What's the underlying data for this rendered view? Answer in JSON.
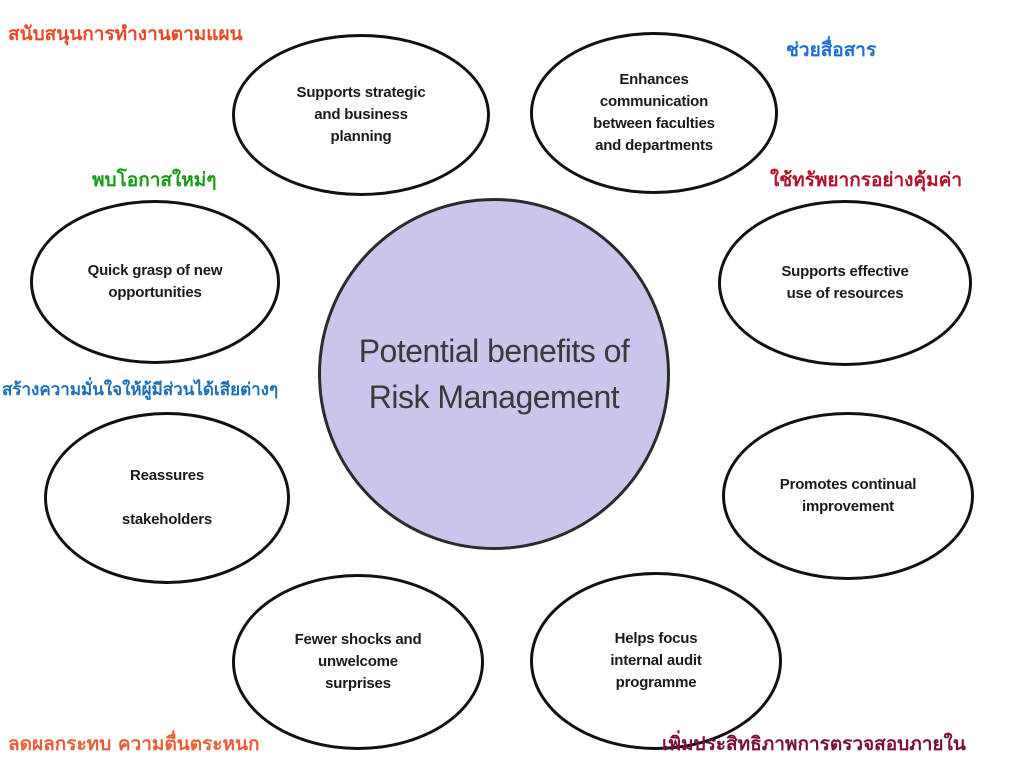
{
  "center": {
    "text": "Potential benefits of\nRisk Management",
    "fill": "#c9c6ee"
  },
  "benefits": [
    {
      "text": "Supports strategic\nand business\nplanning"
    },
    {
      "text": "Enhances\ncommunication\nbetween faculties\nand departments"
    },
    {
      "text": "Quick grasp of new\nopportunities"
    },
    {
      "text": "Supports effective\nuse of resources"
    },
    {
      "text": "Reassures\n\nstakeholders"
    },
    {
      "text": "Promotes continual\nimprovement"
    },
    {
      "text": "Fewer shocks and\nunwelcome\nsurprises"
    },
    {
      "text": "Helps focus\ninternal audit\nprogramme"
    }
  ],
  "thai_labels": [
    {
      "text": "สนับสนุนการทำงานตามแผน",
      "color": "#e8492a"
    },
    {
      "text": "ช่วยสื่อสาร",
      "color": "#1f6fd1"
    },
    {
      "text": "พบโอกาสใหม่ๆ",
      "color": "#1a9a1a"
    },
    {
      "text": "ใช้ทรัพยากรอย่างคุ้มค่า",
      "color": "#b3122a"
    },
    {
      "text": "สร้างความมั่นใจให้ผู้มีส่วนได้เสียต่างๆ",
      "color": "#1d6fb8"
    },
    {
      "text": "ลดผลกระทบ ความตื่นตระหนก",
      "color": "#e8603a"
    },
    {
      "text": "เพิ่มประสิทธิภาพการตรวจสอบภายใน",
      "color": "#7a1040"
    }
  ]
}
